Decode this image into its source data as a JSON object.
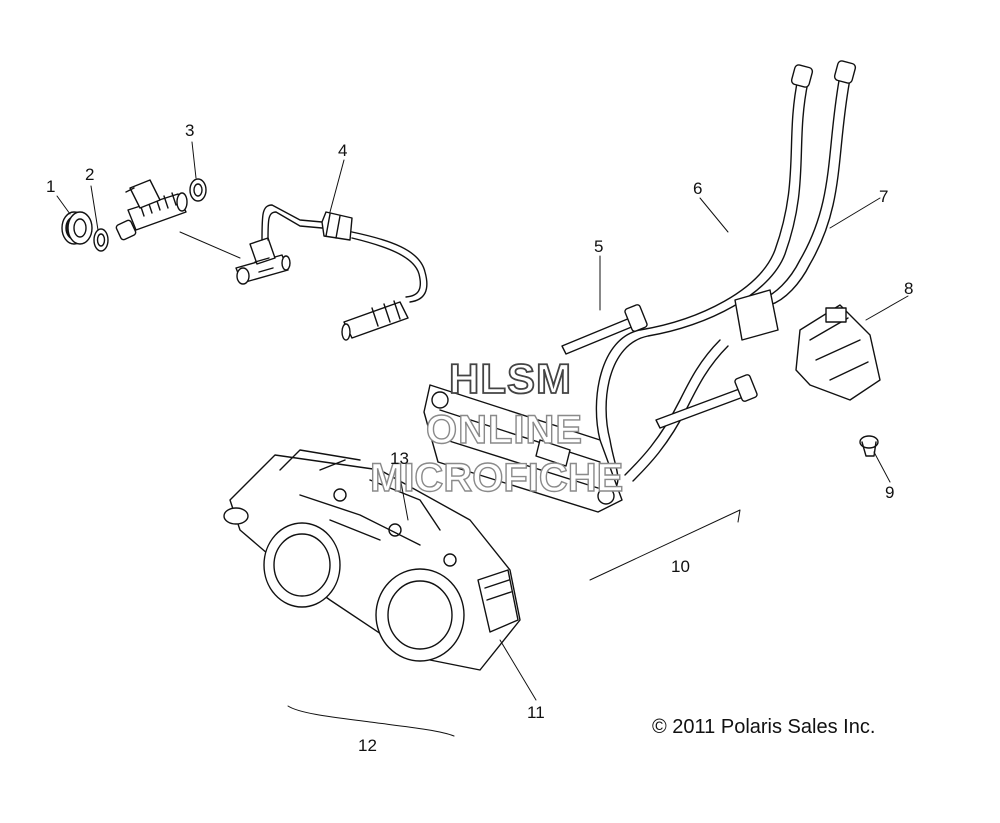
{
  "callouts": [
    {
      "id": "1",
      "text": "1"
    },
    {
      "id": "2",
      "text": "2"
    },
    {
      "id": "3",
      "text": "3"
    },
    {
      "id": "4",
      "text": "4"
    },
    {
      "id": "5",
      "text": "5"
    },
    {
      "id": "6",
      "text": "6"
    },
    {
      "id": "7",
      "text": "7"
    },
    {
      "id": "8",
      "text": "8"
    },
    {
      "id": "9",
      "text": "9"
    },
    {
      "id": "10",
      "text": "10"
    },
    {
      "id": "11",
      "text": "11"
    },
    {
      "id": "12",
      "text": "12"
    },
    {
      "id": "13",
      "text": "13"
    }
  ],
  "watermark": {
    "line1": "HLSM",
    "line2": "ONLINE",
    "line3": "MICROFICHE"
  },
  "copyright": "© 2011 Polaris Sales Inc.",
  "colors": {
    "ink": "#111111",
    "watermark_outline": "#8a8a8a",
    "background": "#ffffff"
  }
}
